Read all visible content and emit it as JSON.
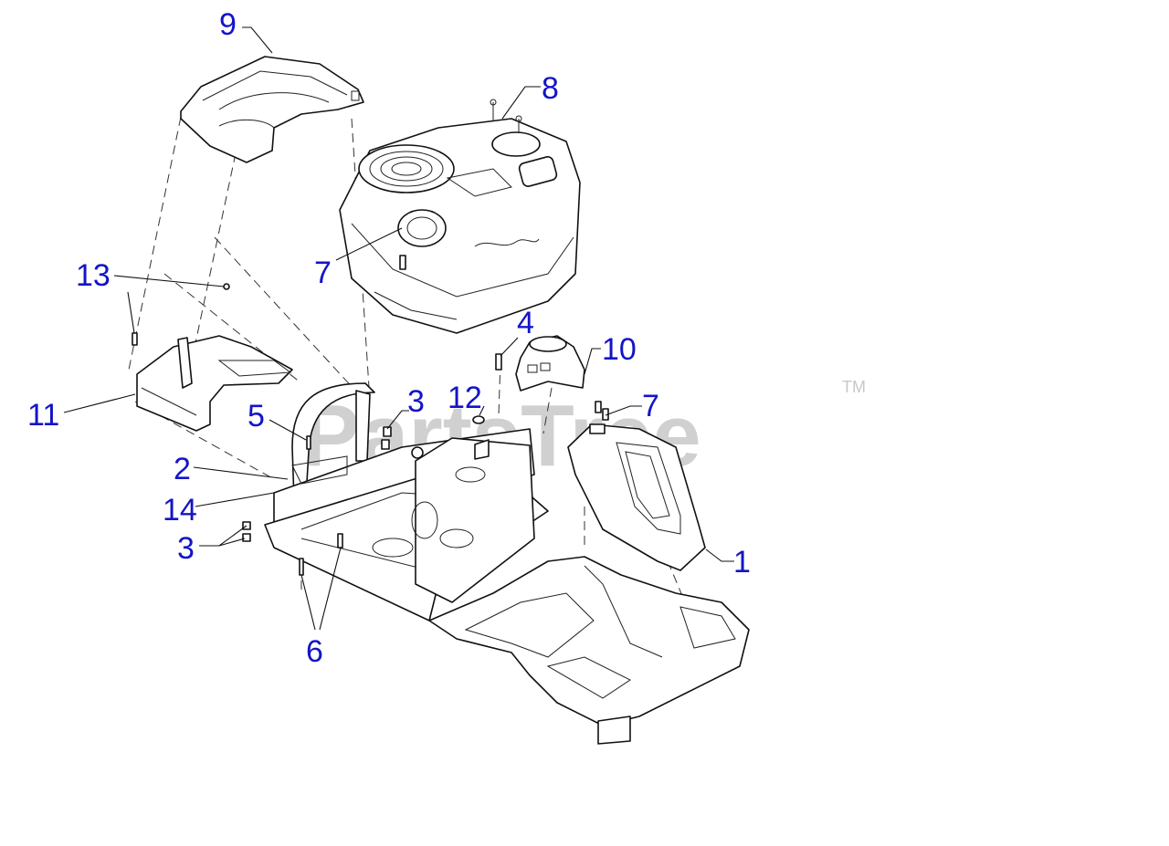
{
  "watermark": {
    "text": "PartsTree",
    "trademark": "TM"
  },
  "callouts": [
    {
      "id": "c9",
      "label": "9"
    },
    {
      "id": "c8",
      "label": "8"
    },
    {
      "id": "c7a",
      "label": "7"
    },
    {
      "id": "c13",
      "label": "13"
    },
    {
      "id": "c4",
      "label": "4"
    },
    {
      "id": "c10",
      "label": "10"
    },
    {
      "id": "c3a",
      "label": "3"
    },
    {
      "id": "c12",
      "label": "12"
    },
    {
      "id": "c7b",
      "label": "7"
    },
    {
      "id": "c11",
      "label": "11"
    },
    {
      "id": "c5",
      "label": "5"
    },
    {
      "id": "c2",
      "label": "2"
    },
    {
      "id": "c14",
      "label": "14"
    },
    {
      "id": "c3b",
      "label": "3"
    },
    {
      "id": "c1",
      "label": "1"
    },
    {
      "id": "c6",
      "label": "6"
    }
  ],
  "colors": {
    "callout": "#1414c8",
    "watermark": "#d0d0d0",
    "line": "#111111"
  }
}
